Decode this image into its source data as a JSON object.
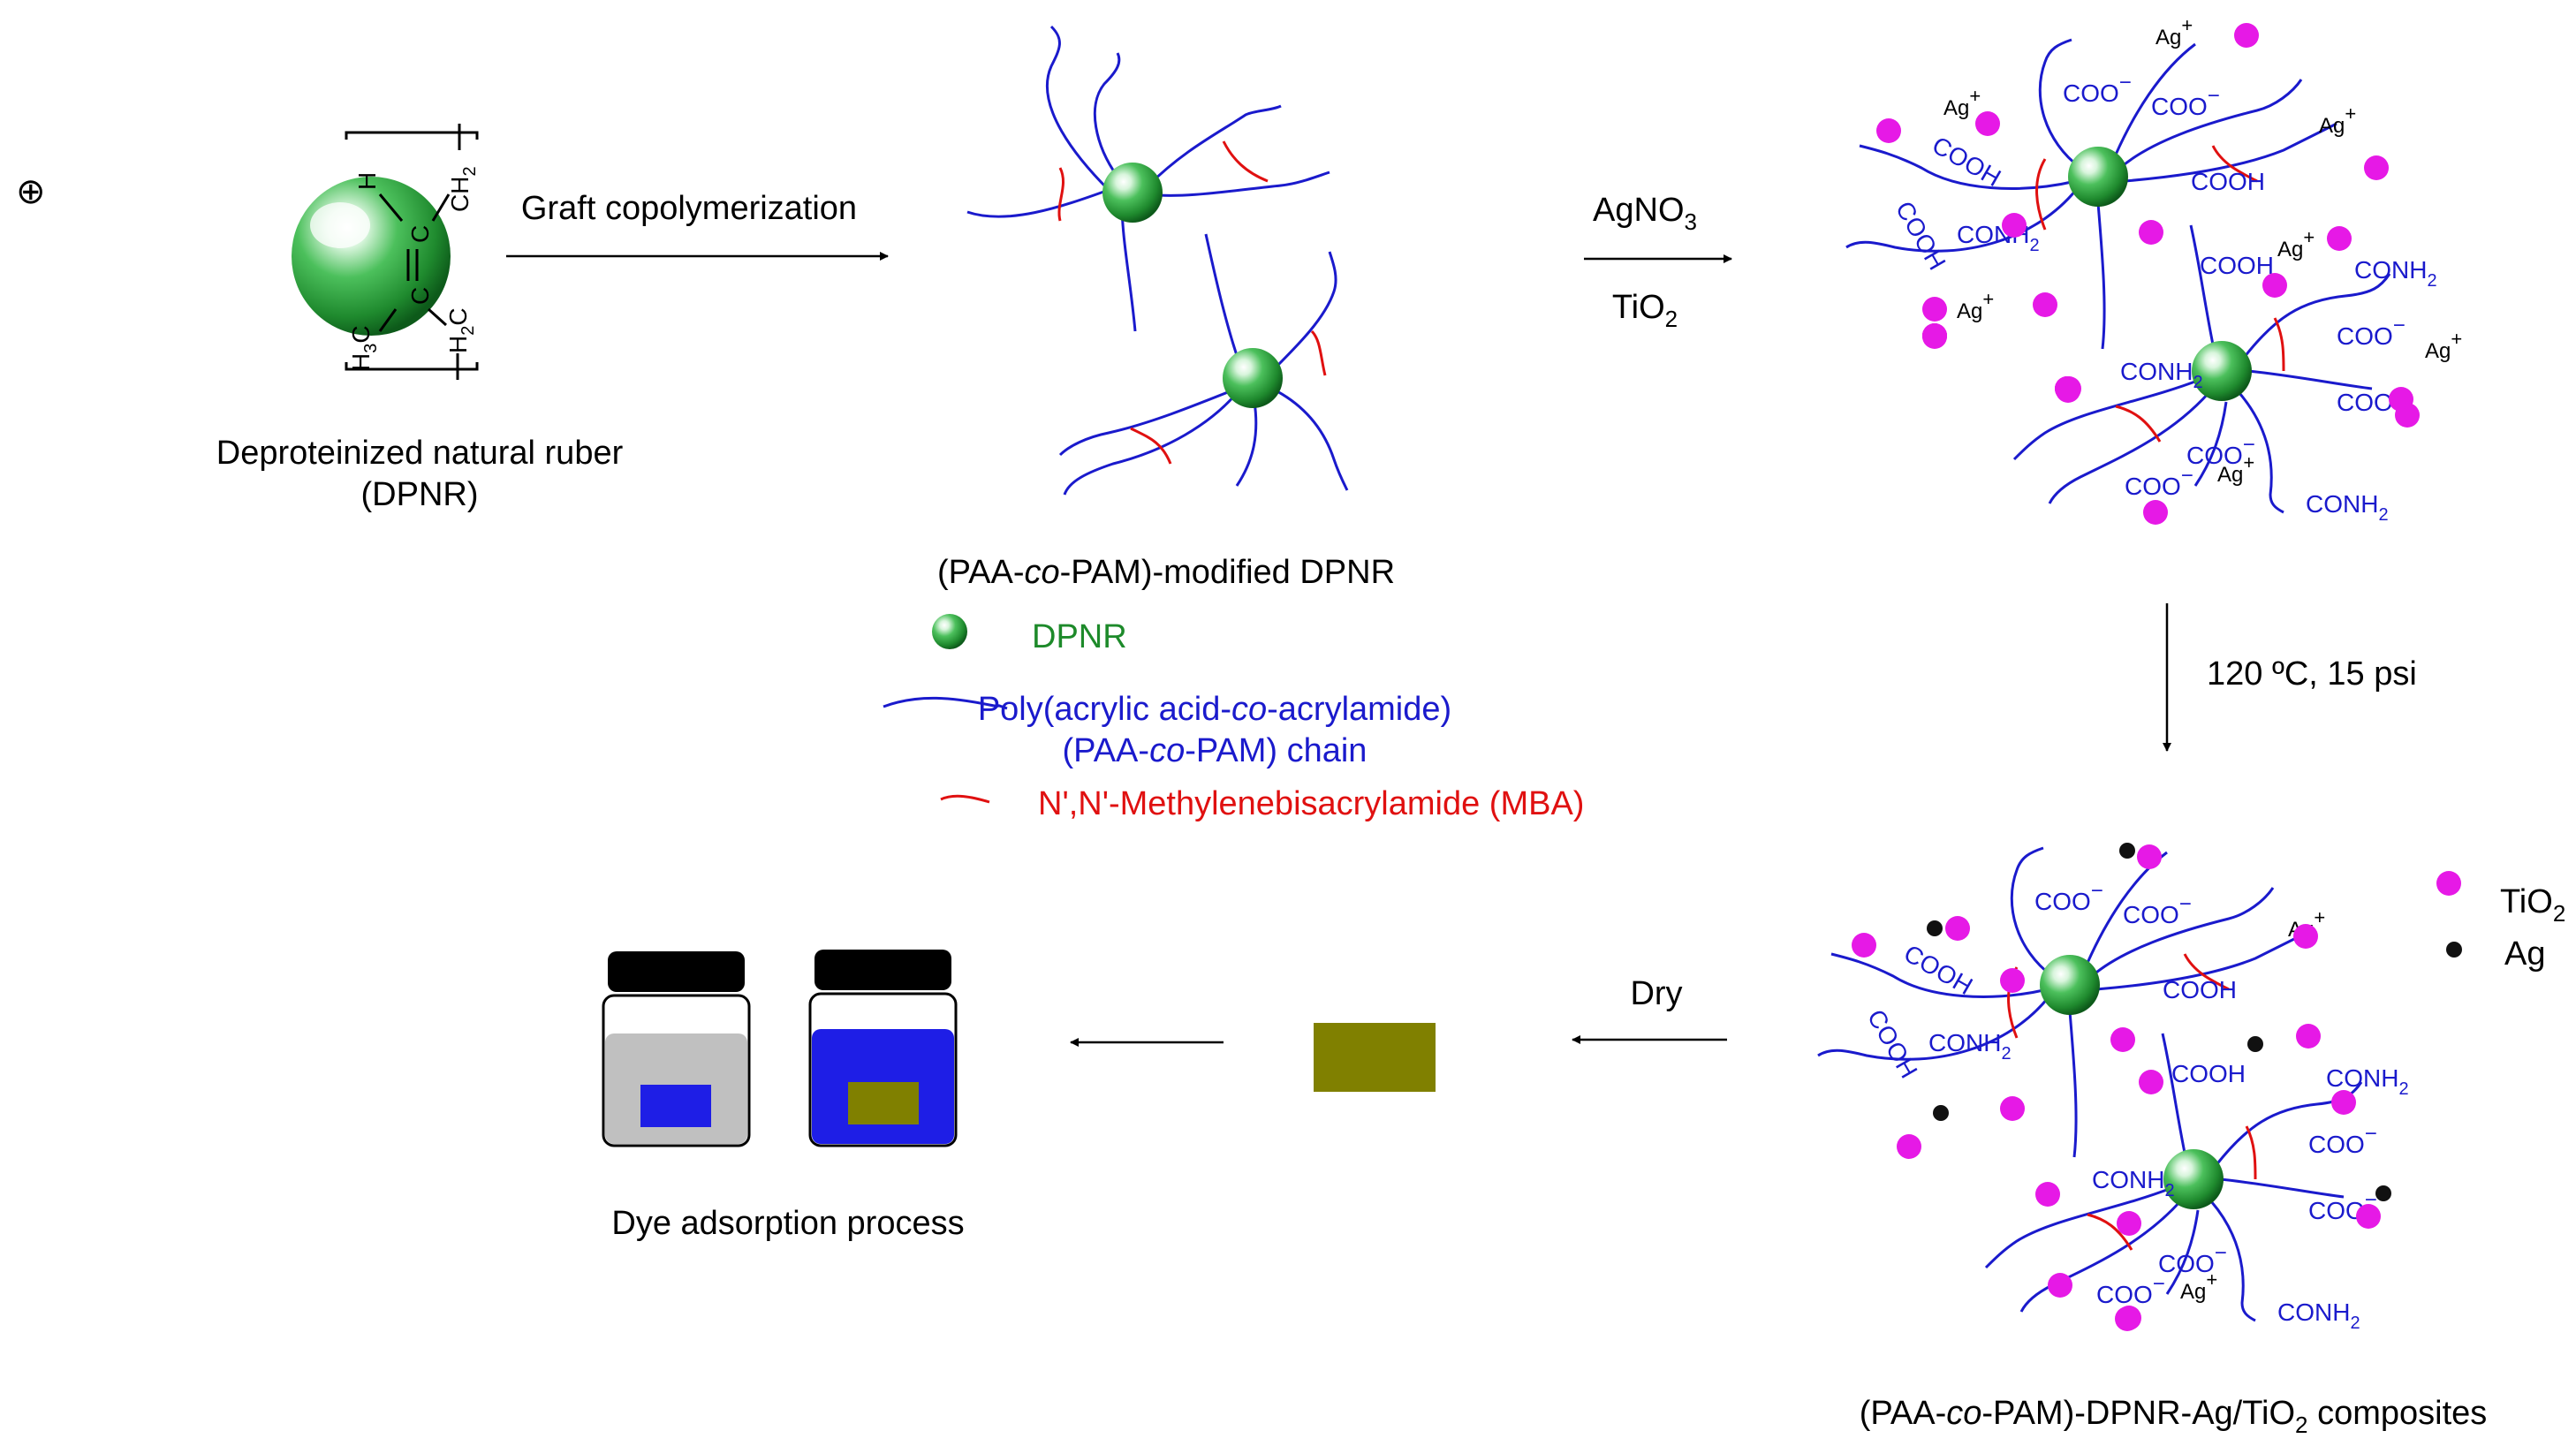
{
  "symbol": "⊕",
  "colors": {
    "background": "#ffffff",
    "chain": "#1a1acc",
    "crosslink": "#e01010",
    "dpnr_green": "#2e9e3c",
    "tio2": "#e619e6",
    "ag": "#111111",
    "label_blue": "#1a1acc",
    "label_red": "#e01010",
    "label_green": "#1d8a2a",
    "composite": "#808000",
    "dye_blue": "#1e1ee6",
    "jar_gray": "#c0c0c0"
  },
  "step1": {
    "structure": {
      "ch": "H",
      "ch2": "CH",
      "ch2_sub": "2",
      "c1": "C",
      "c2": "C",
      "h3c": "H",
      "h3c_sub": "3",
      "h3c_c": "C",
      "h2c": "H",
      "h2c_sub": "2",
      "h2c_c": "C"
    },
    "caption_line1": "Deproteinized natural ruber",
    "caption_line2": "(DPNR)"
  },
  "arrows": {
    "graft_label": "Graft copolymerization",
    "agno3_label_main": "AgNO",
    "agno3_label_sub": "3",
    "tio2_label_main": "TiO",
    "tio2_label_sub": "2",
    "heat_label": "120 ºC, 15 psi",
    "dry_label": "Dry"
  },
  "step2": {
    "caption_pre": "(PAA-",
    "caption_italic": "co",
    "caption_post": "-PAM)-modified DPNR"
  },
  "legend": {
    "dpnr": "DPNR",
    "chain_line1_pre": "Poly(acrylic acid-",
    "chain_line1_italic": "co",
    "chain_line1_post": "-acrylamide)",
    "chain_line2_pre": "(PAA-",
    "chain_line2_italic": "co",
    "chain_line2_post": "-PAM) chain",
    "mba": "N',N'-Methylenebisacrylamide (MBA)"
  },
  "groups": {
    "coo": "COO",
    "minus": "−",
    "cooh": "COOH",
    "conh": "CONH",
    "conh_sub": "2",
    "ag": "Ag",
    "plus": "+"
  },
  "step4_legend": {
    "tio2_main": "TiO",
    "tio2_sub": "2",
    "ag": "Ag"
  },
  "step4": {
    "caption_pre": "(PAA-",
    "caption_italic": "co",
    "caption_mid": "-PAM)-DPNR-Ag/TiO",
    "caption_sub": "2",
    "caption_post": " composites"
  },
  "dye": {
    "caption": "Dye adsorption process"
  }
}
